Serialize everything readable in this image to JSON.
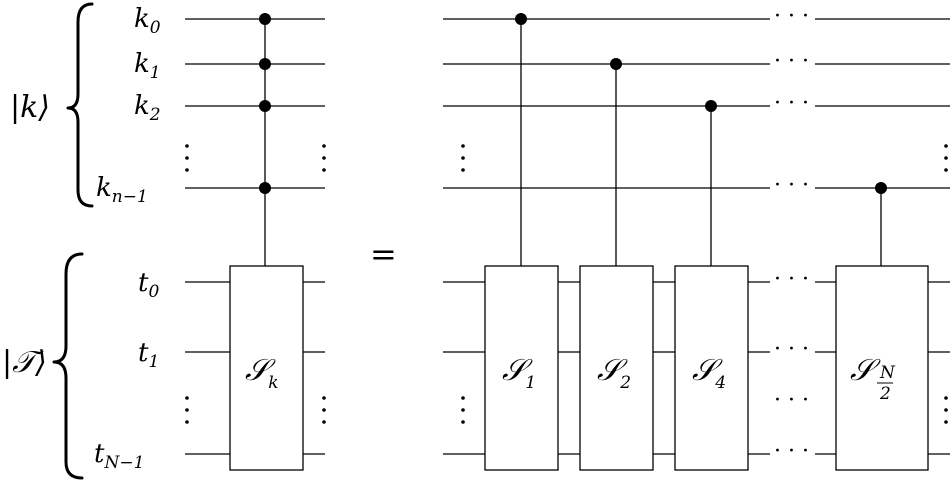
{
  "registers": {
    "index_ket": "|k⟩",
    "target_ket": "|𝒯⟩"
  },
  "wire_labels": {
    "k0": {
      "base": "k",
      "sub": "0"
    },
    "k1": {
      "base": "k",
      "sub": "1"
    },
    "k2": {
      "base": "k",
      "sub": "2"
    },
    "kn1": {
      "base": "k",
      "sub": "n−1"
    },
    "t0": {
      "base": "t",
      "sub": "0"
    },
    "t1": {
      "base": "t",
      "sub": "1"
    },
    "tN1": {
      "base": "t",
      "sub": "N−1"
    }
  },
  "gates": {
    "left": {
      "base": "𝒮",
      "sub": "k"
    },
    "g1": {
      "base": "𝒮",
      "sub": "1"
    },
    "g2": {
      "base": "𝒮",
      "sub": "2"
    },
    "g4": {
      "base": "𝒮",
      "sub": "4"
    },
    "gN": {
      "base": "𝒮",
      "frac_num": "N",
      "frac_den": "2"
    }
  },
  "equals": "=",
  "hdots": "· · ·"
}
